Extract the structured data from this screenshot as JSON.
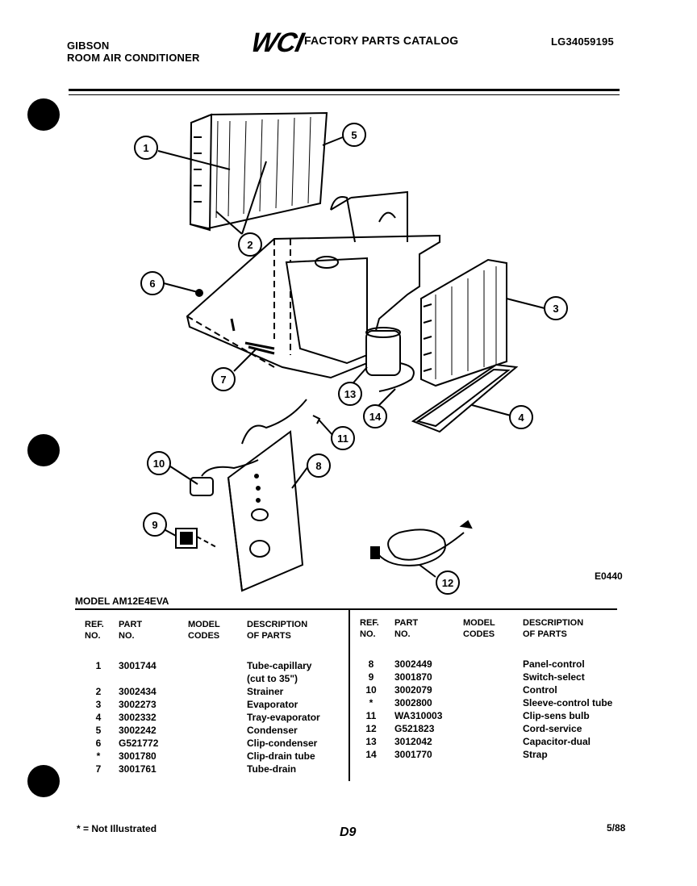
{
  "header": {
    "brand": "GIBSON",
    "product": "ROOM AIR CONDITIONER",
    "logo": "WCI",
    "catalog_title": "FACTORY PARTS CATALOG",
    "doc_number": "LG34059195"
  },
  "diagram": {
    "callouts": [
      "1",
      "2",
      "3",
      "4",
      "5",
      "6",
      "7",
      "8",
      "9",
      "10",
      "11",
      "12",
      "13",
      "14"
    ],
    "code": "E0440"
  },
  "model_line": "MODEL AM12E4EVA",
  "table": {
    "headers": {
      "ref": [
        "REF.",
        "NO."
      ],
      "part": [
        "PART",
        "NO."
      ],
      "model": [
        "MODEL",
        "CODES"
      ],
      "desc": [
        "DESCRIPTION",
        "OF PARTS"
      ]
    },
    "left_rows": [
      {
        "ref": "1",
        "part": "3001744",
        "desc": "Tube-capillary"
      },
      {
        "ref": "",
        "part": "",
        "desc": "(cut to 35\")"
      },
      {
        "ref": "2",
        "part": "3002434",
        "desc": "Strainer"
      },
      {
        "ref": "3",
        "part": "3002273",
        "desc": "Evaporator"
      },
      {
        "ref": "4",
        "part": "3002332",
        "desc": "Tray-evaporator"
      },
      {
        "ref": "5",
        "part": "3002242",
        "desc": "Condenser"
      },
      {
        "ref": "6",
        "part": "G521772",
        "desc": "Clip-condenser"
      },
      {
        "ref": "*",
        "part": "3001780",
        "desc": "Clip-drain tube"
      },
      {
        "ref": "7",
        "part": "3001761",
        "desc": "Tube-drain"
      }
    ],
    "right_rows": [
      {
        "ref": "8",
        "part": "3002449",
        "desc": "Panel-control"
      },
      {
        "ref": "9",
        "part": "3001870",
        "desc": "Switch-select"
      },
      {
        "ref": "10",
        "part": "3002079",
        "desc": "Control"
      },
      {
        "ref": "*",
        "part": "3002800",
        "desc": "Sleeve-control tube"
      },
      {
        "ref": "11",
        "part": "WA310003",
        "desc": "Clip-sens bulb"
      },
      {
        "ref": "12",
        "part": "G521823",
        "desc": "Cord-service"
      },
      {
        "ref": "13",
        "part": "3012042",
        "desc": "Capacitor-dual"
      },
      {
        "ref": "14",
        "part": "3001770",
        "desc": "Strap"
      }
    ]
  },
  "footer": {
    "note": "* = Not Illustrated",
    "page": "D9",
    "date": "5/88"
  }
}
